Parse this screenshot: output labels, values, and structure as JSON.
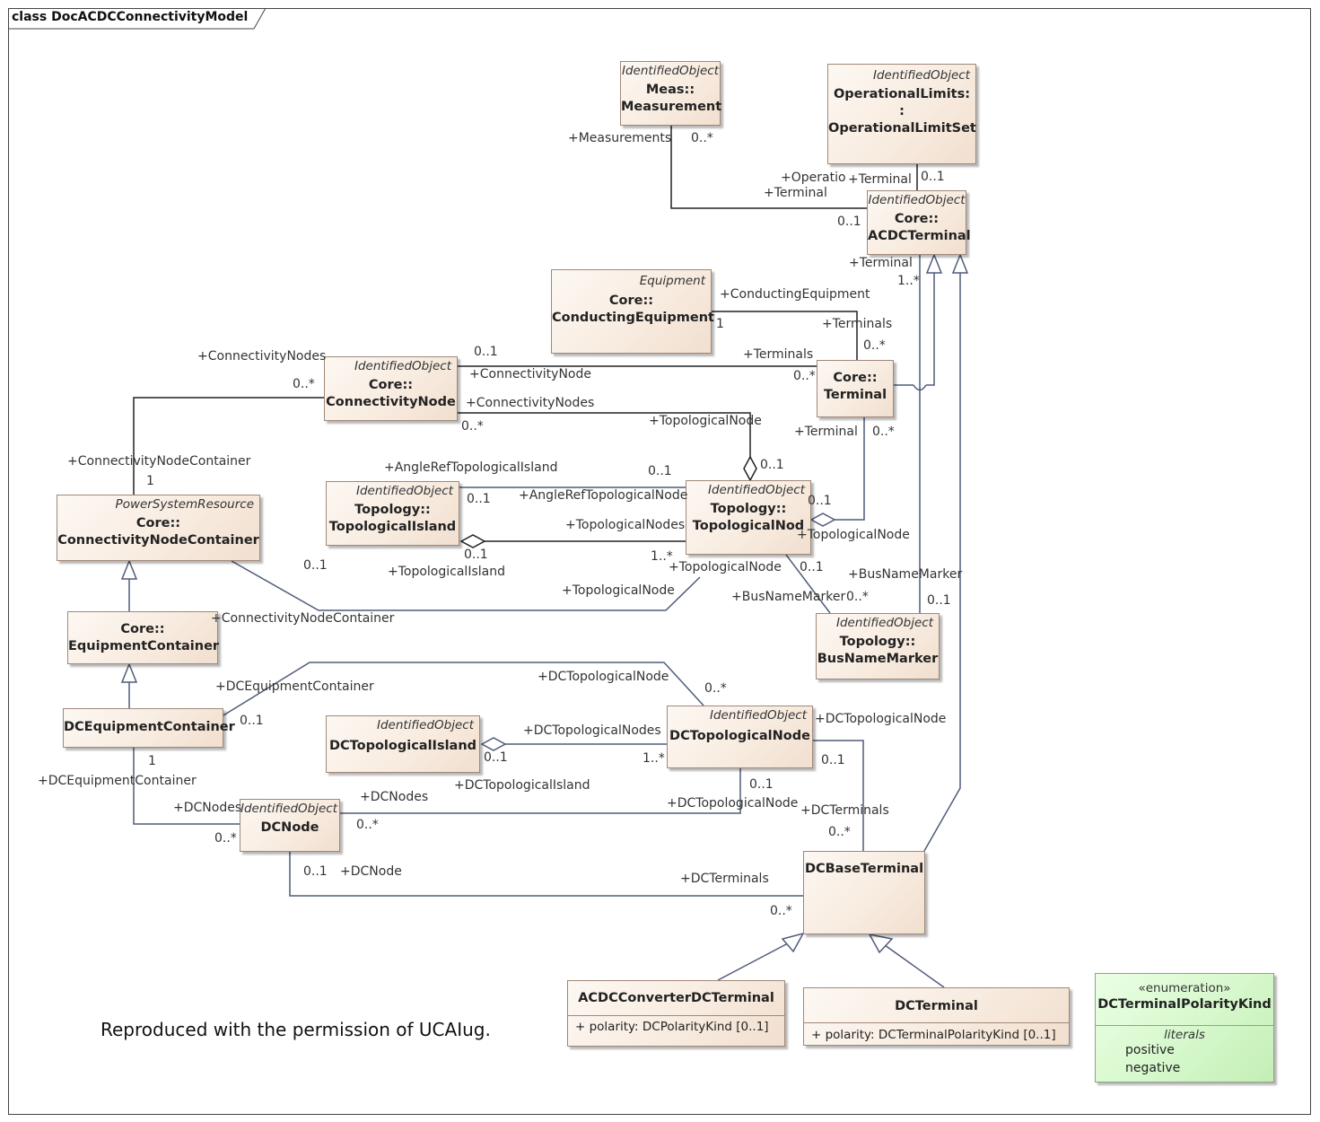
{
  "frame_title": "class DocACDCConnectivityModel",
  "permission_text": "Reproduced with the permission of UCAIug.",
  "classes": {
    "measurement": {
      "stereotype": "IdentifiedObject",
      "line1": "Meas::",
      "line2": "Measurement"
    },
    "oplimitset": {
      "stereotype": "IdentifiedObject",
      "line1": "OperationalLimits:",
      "line2": ":",
      "line3": "OperationalLimitSet"
    },
    "acdcterminal": {
      "stereotype": "IdentifiedObject",
      "line1": "Core::",
      "line2": "ACDCTerminal"
    },
    "condequip": {
      "stereotype": "Equipment",
      "line1": "Core::",
      "line2": "ConductingEquipment"
    },
    "connnode": {
      "stereotype": "IdentifiedObject",
      "line1": "Core::",
      "line2": "ConnectivityNode"
    },
    "terminal": {
      "line1": "Core::",
      "line2": "Terminal"
    },
    "cncontainer": {
      "stereotype": "PowerSystemResource",
      "line1": "Core::",
      "line2": "ConnectivityNodeContainer"
    },
    "topoisland": {
      "stereotype": "IdentifiedObject",
      "line1": "Topology::",
      "line2": "TopologicalIsland"
    },
    "toponode": {
      "stereotype": "IdentifiedObject",
      "line1": "Topology::",
      "line2": "TopologicalNod"
    },
    "equipcontainer": {
      "line1": "Core::",
      "line2": "EquipmentContainer"
    },
    "busnamemarker": {
      "stereotype": "IdentifiedObject",
      "line1": "Topology::",
      "line2": "BusNameMarker"
    },
    "dcequipcontainer": {
      "line1": "DCEquipmentContainer"
    },
    "dctopoisland": {
      "stereotype": "IdentifiedObject",
      "line1": "DCTopologicalIsland"
    },
    "dctoponode": {
      "stereotype": "IdentifiedObject",
      "line1": "DCTopologicalNode"
    },
    "dcnode": {
      "stereotype": "IdentifiedObject",
      "line1": "DCNode"
    },
    "dcbaseterminal": {
      "line1": "DCBaseTerminal"
    },
    "acdcconvdcterminal": {
      "line1": "ACDCConverterDCTerminal",
      "attr": "+    polarity: DCPolarityKind [0..1]"
    },
    "dcterminal": {
      "line1": "DCTerminal",
      "attr": "+    polarity: DCTerminalPolarityKind  [0..1]"
    },
    "polaritykind": {
      "stereotype": "«enumeration»",
      "line1": "DCTerminalPolarityKind",
      "section": "literals",
      "literals": [
        "positive",
        "negative"
      ]
    }
  },
  "labels": [
    "+Measurements",
    "0..*",
    "+Operatio",
    "+Terminal",
    "0..1",
    "+Terminal",
    "0..1",
    "+Terminal",
    "1..*",
    "+ConductingEquipment",
    "1",
    "+Terminals",
    "0..*",
    "+ConnectivityNodes",
    "0..*",
    "0..1",
    "+ConnectivityNode",
    "+Terminals",
    "0..*",
    "+ConnectivityNodes",
    "0..*",
    "+TopologicalNode",
    "0..1",
    "+Terminal",
    "0..*",
    "+ConnectivityNodeContainer",
    "1",
    "+AngleRefTopologicalIsland",
    "0..1",
    "0..1",
    "+AngleRefTopologicalNode",
    "0..1",
    "+TopologicalNodes",
    "+TopologicalNode",
    "0..1",
    "1..*",
    "+TopologicalIsland",
    "0..1",
    "+TopologicalNode",
    "+TopologicalNode",
    "0..1",
    "+BusNameMarker",
    "+BusNameMarker",
    "0..*",
    "0..1",
    "+ConnectivityNodeContainer",
    "+DCTopologicalNode",
    "0..*",
    "+DCEquipmentContainer",
    "0..1",
    "+DCTopologicalNodes",
    "0..1",
    "1..*",
    "+DCTopologicalNode",
    "+DCTopologicalIsland",
    "0..1",
    "1",
    "+DCEquipmentContainer",
    "+DCNodes",
    "0..*",
    "+DCNodes",
    "0..*",
    "0..1",
    "+DCTopologicalNode",
    "+DCTerminals",
    "0..*",
    "0..1",
    "+DCNode",
    "+DCTerminals",
    "0..*"
  ]
}
